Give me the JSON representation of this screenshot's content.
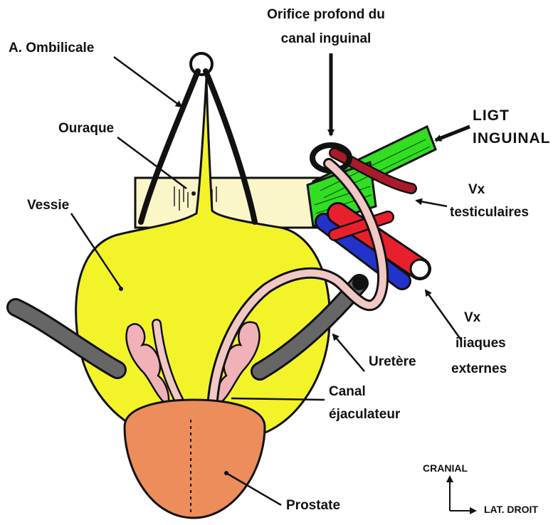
{
  "labels": {
    "a_ombilicale": "A. Ombilicale",
    "orifice_line1": "Orifice profond du",
    "orifice_line2": "canal inguinal",
    "ouraque": "Ouraque",
    "ligt_line1": "LIGT",
    "ligt_line2": "INGUINAL",
    "vessie": "Vessie",
    "vx_testic_line1": "Vx",
    "vx_testic_line2": "testiculaires",
    "vx_iliaques_line1": "Vx",
    "vx_iliaques_line2": "iliaques",
    "vx_iliaques_line3": "externes",
    "uretere": "Uretère",
    "canal_line1": "Canal",
    "canal_line2": "éjaculateur",
    "prostate": "Prostate",
    "cranial": "CRANIAL",
    "lat_droit": "LAT. DROIT"
  },
  "colors": {
    "bladder": "#f3f32a",
    "wall": "#fbf6c8",
    "prostate": "#ec8d5b",
    "ureter": "#666666",
    "ligament": "#33dd22",
    "deferent": "#f2c8c4",
    "seminal": "#f0b2b8",
    "artery": "#e8202e",
    "vein": "#2233cc",
    "testicular": "#aa1a2a",
    "outline": "#111111"
  }
}
